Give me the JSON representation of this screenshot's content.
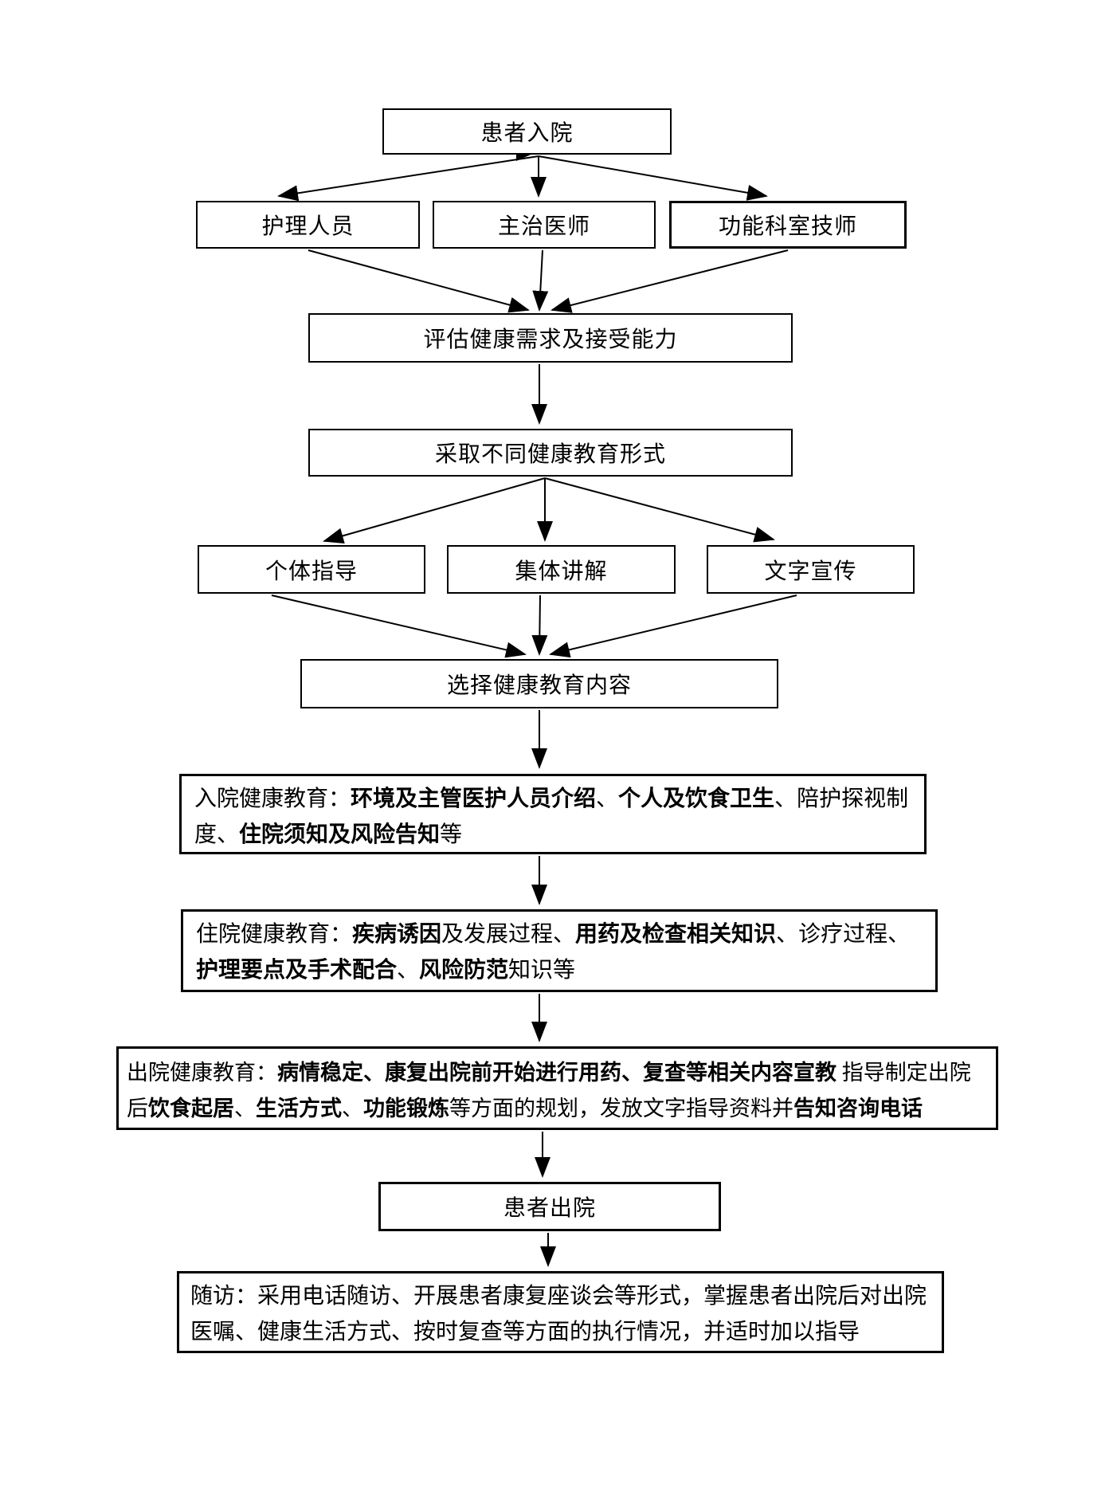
{
  "page": {
    "background": "#ffffff",
    "ink": "#000000",
    "kind": "hospital health-education flowchart"
  },
  "nodes": {
    "admission": {
      "label": "患者入院"
    },
    "nurse": {
      "label": "护理人员"
    },
    "doctor": {
      "label": "主治医师"
    },
    "tech": {
      "label": "功能科室技师"
    },
    "assess": {
      "label": "评估健康需求及接受能力"
    },
    "forms": {
      "label": "采取不同健康教育形式"
    },
    "individual": {
      "label": "个体指导"
    },
    "group": {
      "label": "集体讲解"
    },
    "written": {
      "label": "文字宣传"
    },
    "select": {
      "label": "选择健康教育内容"
    },
    "admission_edu": {
      "segments": [
        {
          "t": "入院健康教育：",
          "b": false
        },
        {
          "t": "环境及主管医护人员介绍",
          "b": true
        },
        {
          "t": "、",
          "b": false
        },
        {
          "t": "个人及饮食卫生",
          "b": true
        },
        {
          "t": "、陪护探视制度、",
          "b": false
        },
        {
          "t": "住院须知及风险告知",
          "b": true
        },
        {
          "t": "等",
          "b": false
        }
      ]
    },
    "inpatient_edu": {
      "segments": [
        {
          "t": "住院健康教育：",
          "b": false
        },
        {
          "t": "疾病诱因",
          "b": true
        },
        {
          "t": "及发展过程、",
          "b": false
        },
        {
          "t": "用药及检查相关知识",
          "b": true
        },
        {
          "t": "、诊疗过程、",
          "b": false
        },
        {
          "t": "护理要点及手术配合",
          "b": true
        },
        {
          "t": "、",
          "b": false
        },
        {
          "t": "风险防范",
          "b": true
        },
        {
          "t": "知识等",
          "b": false
        }
      ]
    },
    "discharge_edu": {
      "segments": [
        {
          "t": "出院健康教育：",
          "b": false
        },
        {
          "t": "病情稳定、康复出院前开始进行用药、复查等相关内容宣教",
          "b": true
        },
        {
          "t": " 指导制定出院后",
          "b": false
        },
        {
          "t": "饮食起居",
          "b": true
        },
        {
          "t": "、",
          "b": false
        },
        {
          "t": "生活方式",
          "b": true
        },
        {
          "t": "、",
          "b": false
        },
        {
          "t": "功能锻炼",
          "b": true
        },
        {
          "t": "等方面的规划，发放文字指导资料并",
          "b": false
        },
        {
          "t": "告知咨询电话",
          "b": true
        }
      ]
    },
    "discharge": {
      "label": "患者出院"
    },
    "followup": {
      "text": "随访：采用电话随访、开展患者康复座谈会等形式，掌握患者出院后对出院医嘱、健康生活方式、按时复查等方面的执行情况，并适时加以指导"
    }
  }
}
